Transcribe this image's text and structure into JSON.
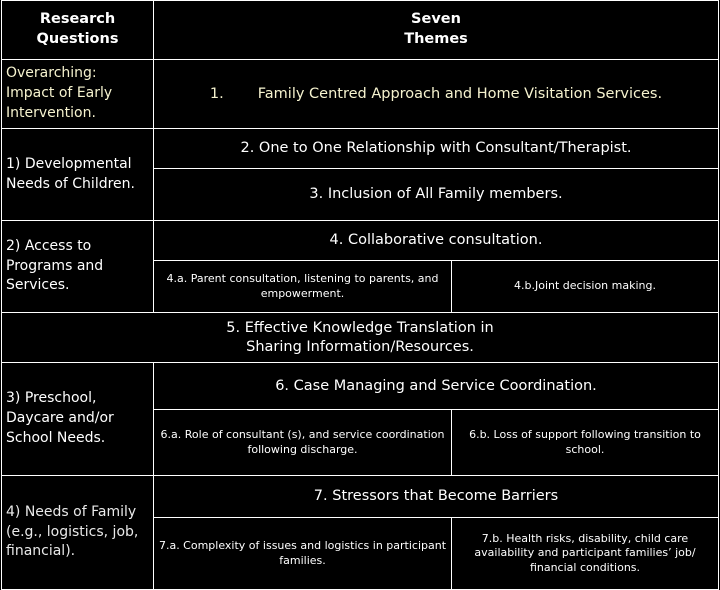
{
  "header": {
    "left_label": "Research\nQuestions",
    "left_label_line1": "Research",
    "left_label_line2": "Questions",
    "right_label_line1": "Seven",
    "right_label_line2": "Themes"
  },
  "colors": {
    "background": "#000000",
    "border": "#ffffff",
    "text_white": "#ffffff",
    "text_cream": "#f6f3cf"
  },
  "rows": [
    {
      "question": "Overarching: Impact of Early Intervention.",
      "themes": [
        {
          "number": "1.",
          "text": "Family Centred Approach and Home Visitation Services."
        }
      ],
      "subthemes": []
    },
    {
      "question": "1) Developmental Needs of Children.",
      "themes": [
        {
          "number": "2.",
          "text": "2. One to One Relationship with Consultant/Therapist."
        },
        {
          "number": "3.",
          "text": "3. Inclusion of All Family members."
        }
      ],
      "subthemes": []
    },
    {
      "question": "2) Access to Programs and Services.",
      "themes": [
        {
          "number": "4.",
          "text": "4. Collaborative consultation."
        },
        {
          "number": "5.",
          "text": "5. Effective Knowledge Translation in Sharing Information/Resources."
        }
      ],
      "subthemes": [
        {
          "label": "4.a.",
          "text": "4.a. Parent consultation, listening to parents, and empowerment."
        },
        {
          "label": "4.b.",
          "text": "4.b.Joint decision making."
        }
      ]
    },
    {
      "question": "3) Preschool, Daycare and/or School Needs.",
      "themes": [
        {
          "number": "6.",
          "text": "6. Case Managing and Service Coordination."
        }
      ],
      "subthemes": [
        {
          "label": "6.a.",
          "text": "6.a. Role of consultant (s), and service coordination following discharge."
        },
        {
          "label": "6.b.",
          "text": "6.b. Loss of support following transition to school."
        }
      ]
    },
    {
      "question": "4) Needs of Family (e.g., logistics, job, financial).",
      "themes": [
        {
          "number": "7.",
          "text": "7. Stressors that Become Barriers"
        }
      ],
      "subthemes": [
        {
          "label": "7.a.",
          "text": "7.a. Complexity of issues and logistics in participant families."
        },
        {
          "label": "7.b.",
          "text": "7.b. Health risks, disability, child care availability and participant families’ job/ financial conditions."
        }
      ]
    }
  ],
  "cells": {
    "rq_overarching_l1": "Overarching:",
    "rq_overarching_l2": "Impact of Early",
    "rq_overarching_l3": "Intervention.",
    "rq1_l1": "1) Developmental",
    "rq1_l2": "Needs of Children.",
    "rq2_l1": "2) Access to",
    "rq2_l2": "Programs and",
    "rq2_l3": "Services.",
    "rq3_l1": "3) Preschool,",
    "rq3_l2": "Daycare and/or",
    "rq3_l3": "School Needs.",
    "rq4_l1": "4) Needs of Family",
    "rq4_l2": "(e.g., logistics, job,",
    "rq4_l3": "financial).",
    "theme1_num": "1.",
    "theme1_text": "Family Centred Approach and Home Visitation Services.",
    "theme2": "2. One to One Relationship with Consultant/Therapist.",
    "theme3": "3. Inclusion of All Family members.",
    "theme4": "4. Collaborative consultation.",
    "theme4a": "4.a. Parent consultation, listening to parents, and empowerment.",
    "theme4b": "4.b.Joint decision making.",
    "theme5_l1": "5. Effective Knowledge Translation in",
    "theme5_l2": "Sharing Information/Resources.",
    "theme6": "6. Case Managing and Service Coordination.",
    "theme6a": "6.a. Role of consultant (s), and service coordination following discharge.",
    "theme6b": "6.b. Loss of support following transition to school.",
    "theme7": "7. Stressors that Become Barriers",
    "theme7a": "7.a. Complexity of issues and logistics in participant families.",
    "theme7b": "7.b. Health risks, disability, child care availability and participant families’ job/ financial conditions."
  }
}
